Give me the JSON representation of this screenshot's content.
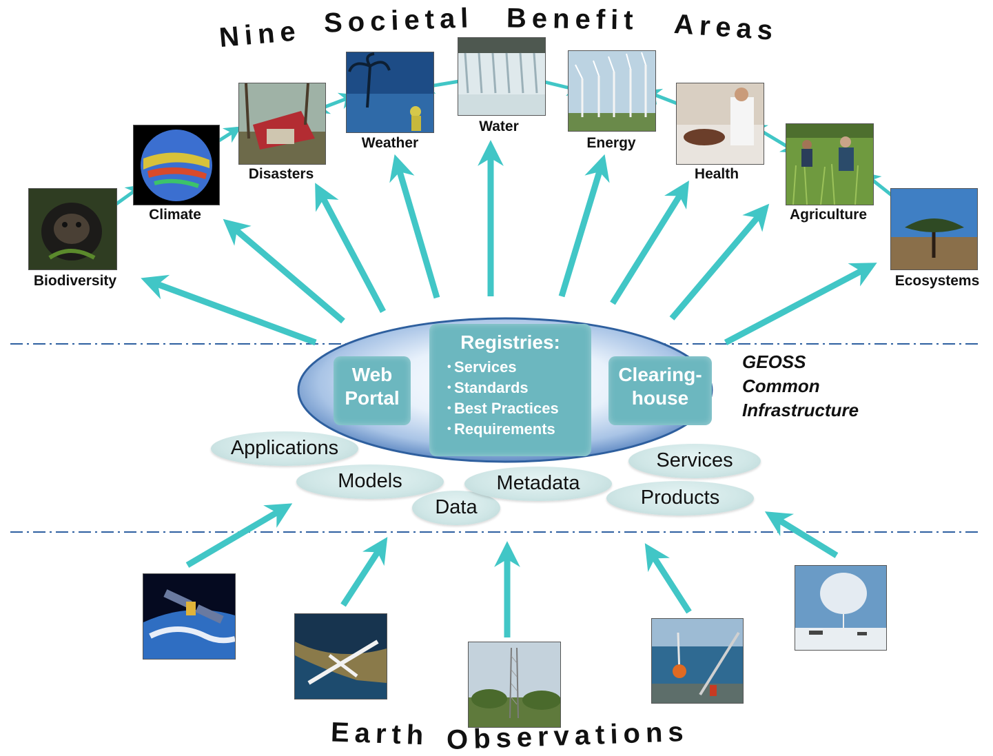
{
  "title_top": "Nine Societal Benefit Areas",
  "title_bottom": "Earth Observations",
  "benefit_areas": [
    "Biodiversity",
    "Climate",
    "Disasters",
    "Weather",
    "Water",
    "Energy",
    "Health",
    "Agriculture",
    "Ecosystems"
  ],
  "infrastructure": {
    "web_portal": [
      "Web",
      "Portal"
    ],
    "registries": {
      "title": "Registries:",
      "items": [
        "Services",
        "Standards",
        "Best Practices",
        "Requirements"
      ]
    },
    "clearinghouse": [
      "Clearing-",
      "house"
    ],
    "caption": [
      "GEOSS",
      "Common",
      "Infrastructure"
    ]
  },
  "components": [
    "Applications",
    "Models",
    "Data",
    "Metadata",
    "Services",
    "Products"
  ],
  "colors": {
    "arrow": "#41c6c6",
    "ellipse_edge": "#2e5f9e",
    "box": "#6cb7bf",
    "dash_line": "#2d5fa0"
  },
  "observation_photos": [
    "satellite-photo",
    "aircraft-photo",
    "tower-photo",
    "ocean-buoy-photo",
    "balloon-photo"
  ]
}
